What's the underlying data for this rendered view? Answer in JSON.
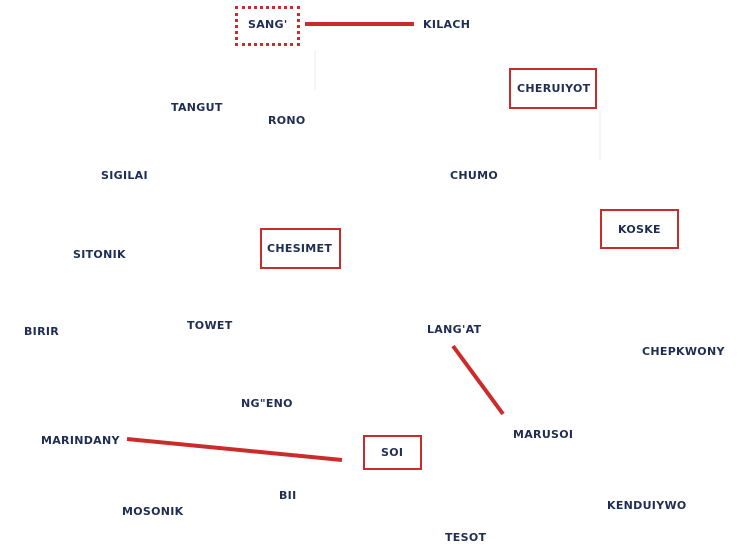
{
  "colors": {
    "label_text": "#1f2d55",
    "accent_red": "#cc2b2b",
    "background": "#ffffff"
  },
  "names": {
    "sang": "SANG'",
    "kilach": "KILACH",
    "cheruiyot": "CHERUIYOT",
    "tangut": "TANGUT",
    "rono": "RONO",
    "sigilai": "SIGILAI",
    "chumo": "CHUMO",
    "koske": "KOSKE",
    "sitonik": "SITONIK",
    "chesimet": "CHESIMET",
    "birir": "BIRIR",
    "towet": "TOWET",
    "langat": "LANG'AT",
    "chepkwony": "CHEPKWONY",
    "ngeno": "NG\"ENO",
    "marindany": "MARINDANY",
    "soi": "SOI",
    "marusoi": "MARUSOI",
    "bii": "BII",
    "mosonik": "MOSONIK",
    "kenduiywo": "KENDUIYWO",
    "tesot": "TESOT"
  }
}
